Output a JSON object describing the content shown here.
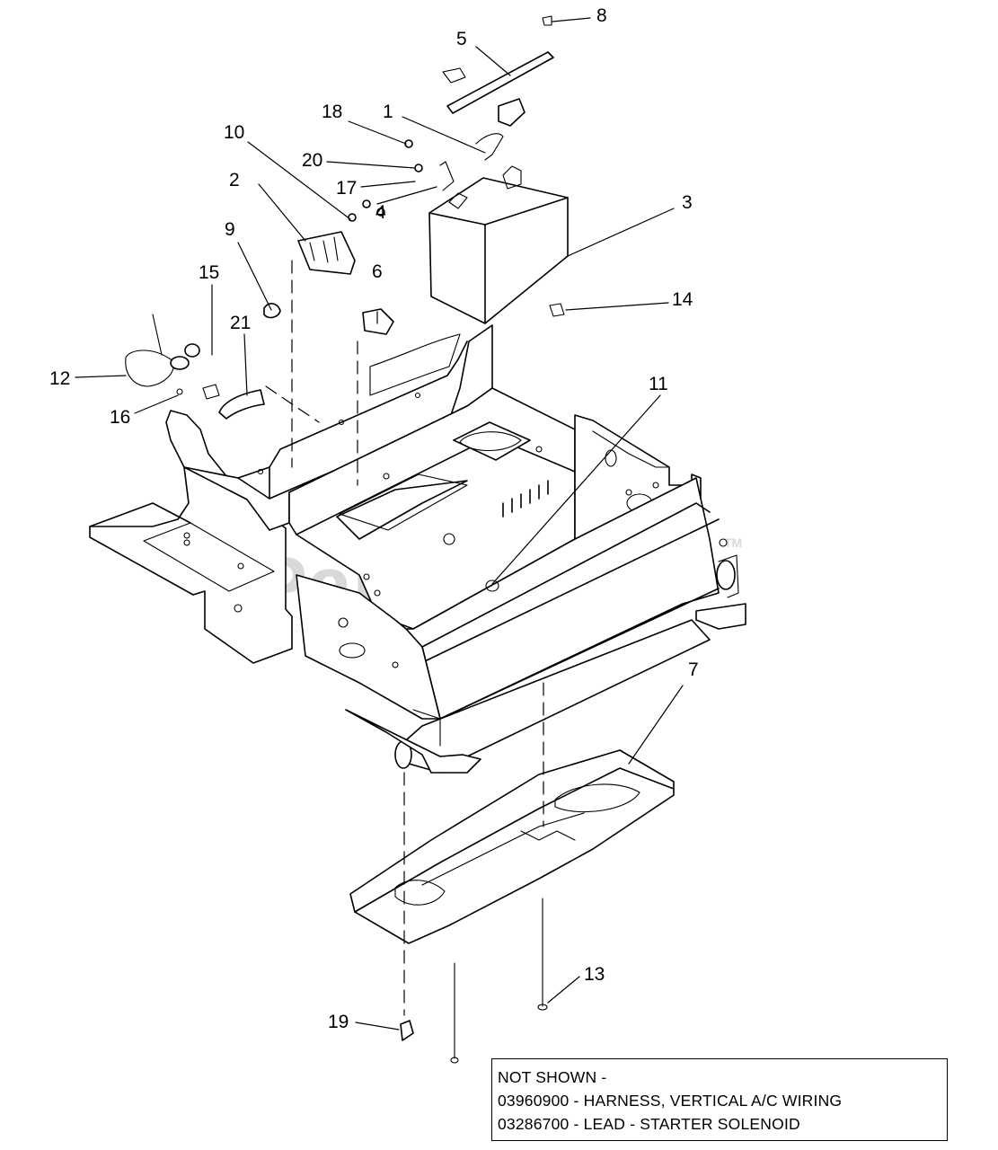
{
  "watermark": {
    "text": "PartsTree",
    "trademark": "TM"
  },
  "callouts": [
    {
      "id": "c1",
      "text": "1"
    },
    {
      "id": "c2",
      "text": "2"
    },
    {
      "id": "c3",
      "text": "3"
    },
    {
      "id": "c4",
      "text": "4"
    },
    {
      "id": "c5",
      "text": "5"
    },
    {
      "id": "c6",
      "text": "6"
    },
    {
      "id": "c7",
      "text": "7"
    },
    {
      "id": "c8",
      "text": "8"
    },
    {
      "id": "c9",
      "text": "9"
    },
    {
      "id": "c10",
      "text": "10"
    },
    {
      "id": "c11",
      "text": "11"
    },
    {
      "id": "c12",
      "text": "12"
    },
    {
      "id": "c13",
      "text": "13"
    },
    {
      "id": "c14",
      "text": "14"
    },
    {
      "id": "c15",
      "text": "15"
    },
    {
      "id": "c16",
      "text": "16"
    },
    {
      "id": "c17",
      "text": "17"
    },
    {
      "id": "c18",
      "text": "18"
    },
    {
      "id": "c19",
      "text": "19"
    },
    {
      "id": "c20",
      "text": "20"
    },
    {
      "id": "c21",
      "text": "21"
    }
  ],
  "note": {
    "heading": "NOT SHOWN -",
    "lines": [
      "03960900 - HARNESS, VERTICAL A/C WIRING",
      "03286700 - LEAD - STARTER SOLENOID"
    ]
  }
}
